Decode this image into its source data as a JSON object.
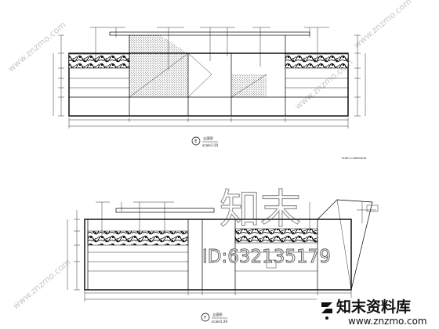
{
  "drawing": {
    "elevation_e": {
      "marker": "E",
      "title": "立面图",
      "scale": "scale1:20",
      "note": "Scale in millimetres"
    },
    "elevation_f": {
      "marker": "F",
      "title": "立面图",
      "scale": "scale1:20"
    }
  },
  "watermark": {
    "brand_cn": "知末",
    "id": "ID:632135179",
    "site_cn": "知末资料库",
    "url": "www.znzmo.com",
    "diag": "www.znzmo.com"
  },
  "colors": {
    "line": "#000000",
    "background": "#ffffff",
    "watermark_gray": "#c8c8c8"
  }
}
